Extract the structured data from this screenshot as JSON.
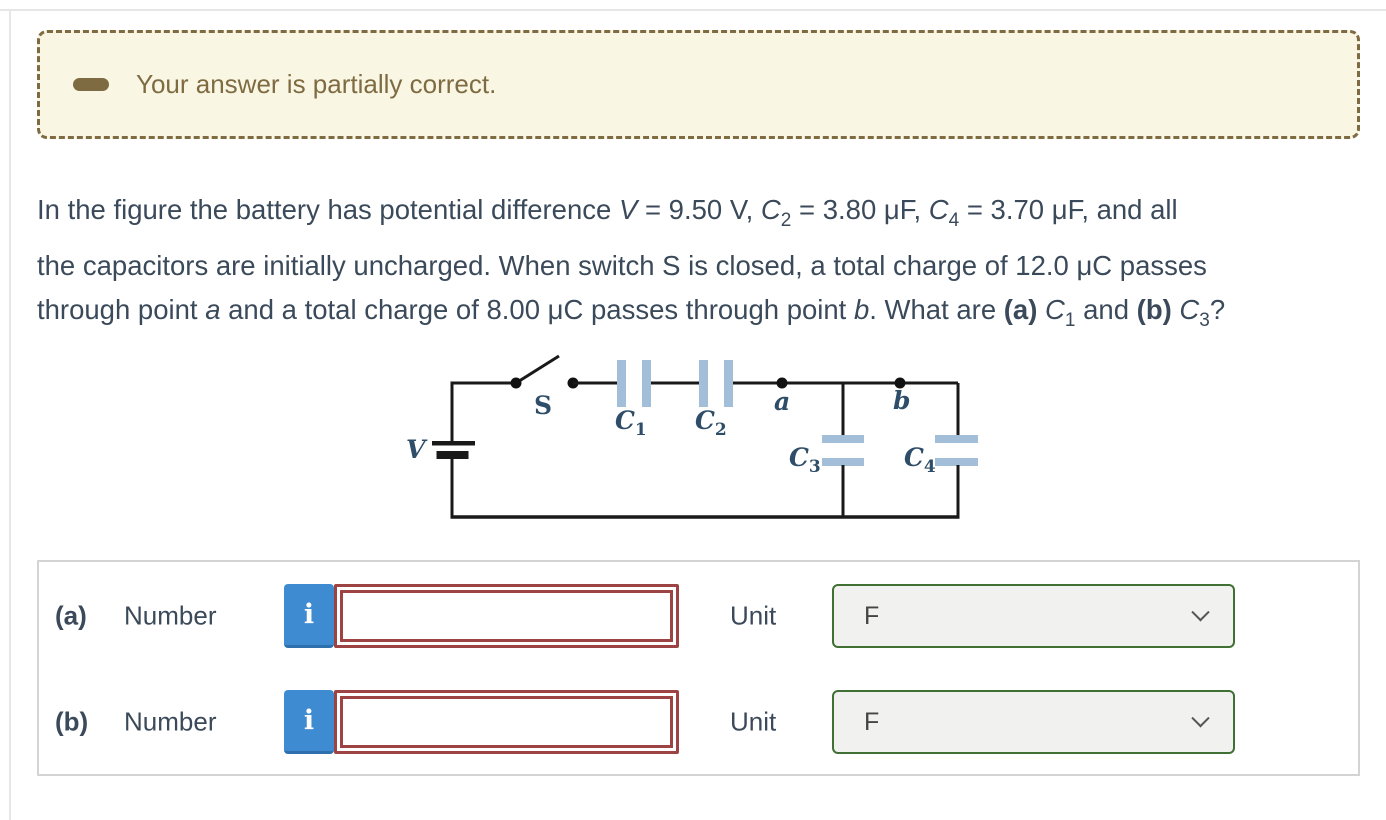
{
  "colors": {
    "banner_bg": "#faf6e4",
    "banner_accent": "#7e6b42",
    "text": "#3b4a5a",
    "info_blue": "#3e8bd2",
    "error_maroon": "#9d4343",
    "success_green": "#407034",
    "plate_blue": "#a3bed9",
    "label_blue": "#2e4d68"
  },
  "banner": {
    "icon": "partial-correct-dash-icon",
    "message": "Your answer is partially correct."
  },
  "problem": {
    "lines": [
      [
        {
          "t": "In the figure the battery has potential difference "
        },
        {
          "t": "V",
          "c": "it"
        },
        {
          "t": " = 9.50 V, "
        },
        {
          "t": "C",
          "c": "it"
        },
        {
          "t": "2",
          "c": "sub"
        },
        {
          "t": " = 3.80 μF, "
        },
        {
          "t": "C",
          "c": "it"
        },
        {
          "t": "4",
          "c": "sub"
        },
        {
          "t": " = 3.70 μF, and all"
        }
      ],
      [
        {
          "t": "the capacitors are initially uncharged. When switch S is closed, a total charge of 12.0 μC passes"
        }
      ],
      [
        {
          "t": "through point "
        },
        {
          "t": "a",
          "c": "it"
        },
        {
          "t": " and a total charge of 8.00 μC passes through point "
        },
        {
          "t": "b",
          "c": "it"
        },
        {
          "t": ". What are "
        },
        {
          "t": "(a)",
          "c": "b"
        },
        {
          "t": " "
        },
        {
          "t": "C",
          "c": "it"
        },
        {
          "t": "1",
          "c": "sub"
        },
        {
          "t": " and "
        },
        {
          "t": "(b)",
          "c": "b"
        },
        {
          "t": " "
        },
        {
          "t": "C",
          "c": "it"
        },
        {
          "t": "3",
          "c": "sub"
        },
        {
          "t": "?"
        }
      ]
    ]
  },
  "circuit": {
    "battery_label": "V",
    "switch_label": "S",
    "point_a": "a",
    "point_b": "b",
    "cap1": {
      "main": "C",
      "sub": "1"
    },
    "cap2": {
      "main": "C",
      "sub": "2"
    },
    "cap3": {
      "main": "C",
      "sub": "3"
    },
    "cap4": {
      "main": "C",
      "sub": "4"
    }
  },
  "answers": {
    "rows": [
      {
        "label": "(a)",
        "field_label": "Number",
        "info": "i",
        "value": "",
        "unit_label": "Unit",
        "unit_value": "F"
      },
      {
        "label": "(b)",
        "field_label": "Number",
        "info": "i",
        "value": "",
        "unit_label": "Unit",
        "unit_value": "F"
      }
    ]
  }
}
